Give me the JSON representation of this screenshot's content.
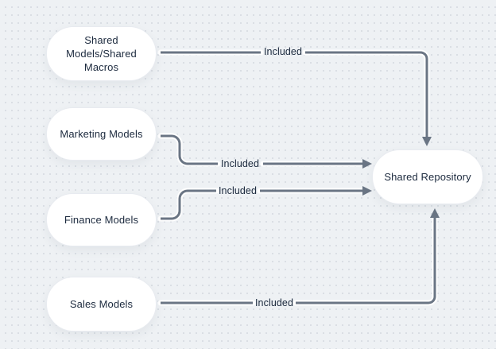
{
  "theme": {
    "bg": "#eef1f4",
    "dot": "#d8dde3",
    "node-bg": "#ffffff",
    "node-border": "#e8ebf0",
    "text": "#1c2a3e",
    "connector": "#6a7584"
  },
  "diagram": {
    "nodes": [
      {
        "id": "shared-models-shared-macros",
        "label": "Shared\nModels/Shared\nMacros"
      },
      {
        "id": "marketing-models",
        "label": "Marketing Models"
      },
      {
        "id": "finance-models",
        "label": "Finance Models"
      },
      {
        "id": "sales-models",
        "label": "Sales Models"
      },
      {
        "id": "shared-repository",
        "label": "Shared Repository"
      }
    ],
    "edges": [
      {
        "from": "shared-models-shared-macros",
        "to": "shared-repository",
        "label": "Included",
        "enters": "top"
      },
      {
        "from": "marketing-models",
        "to": "shared-repository",
        "label": "Included",
        "enters": "left"
      },
      {
        "from": "finance-models",
        "to": "shared-repository",
        "label": "Included",
        "enters": "left"
      },
      {
        "from": "sales-models",
        "to": "shared-repository",
        "label": "Included",
        "enters": "bottom"
      }
    ]
  }
}
